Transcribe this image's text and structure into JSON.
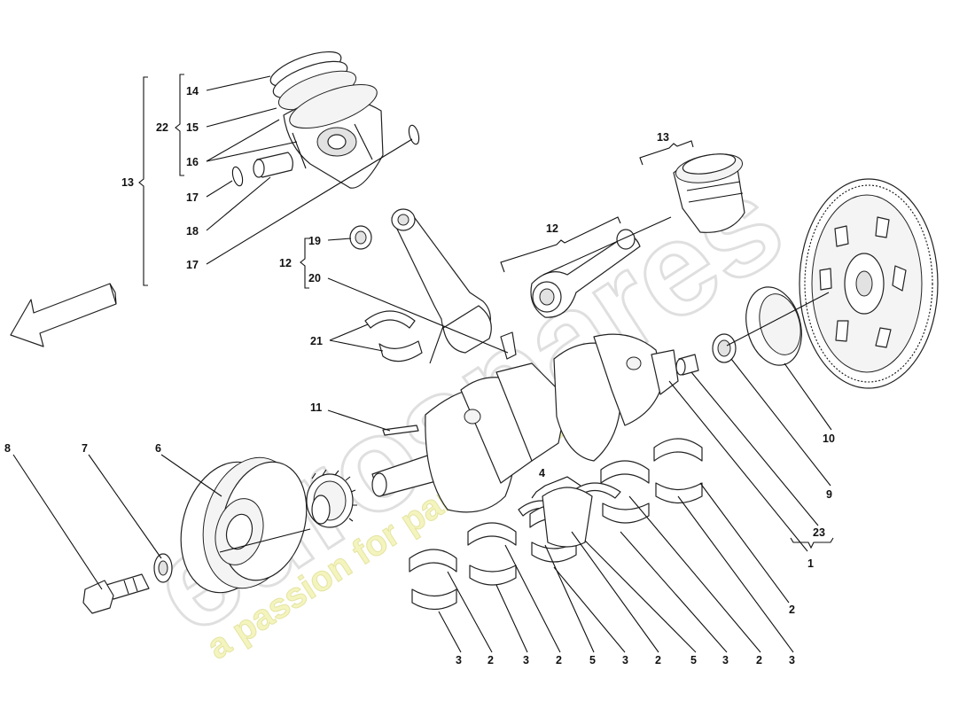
{
  "watermark": {
    "brand": "eurospares",
    "tagline": "a passion for parts since 1985"
  },
  "callouts": [
    {
      "id": "c14",
      "text": "14"
    },
    {
      "id": "c22",
      "text": "22"
    },
    {
      "id": "c15",
      "text": "15"
    },
    {
      "id": "c16",
      "text": "16"
    },
    {
      "id": "c13a",
      "text": "13"
    },
    {
      "id": "c17a",
      "text": "17"
    },
    {
      "id": "c18",
      "text": "18"
    },
    {
      "id": "c17b",
      "text": "17"
    },
    {
      "id": "c19",
      "text": "19"
    },
    {
      "id": "c12a",
      "text": "12"
    },
    {
      "id": "c20",
      "text": "20"
    },
    {
      "id": "c21",
      "text": "21"
    },
    {
      "id": "c12b",
      "text": "12"
    },
    {
      "id": "c13b",
      "text": "13"
    },
    {
      "id": "c11",
      "text": "11"
    },
    {
      "id": "c8",
      "text": "8"
    },
    {
      "id": "c7",
      "text": "7"
    },
    {
      "id": "c6",
      "text": "6"
    },
    {
      "id": "c4",
      "text": "4"
    },
    {
      "id": "c10",
      "text": "10"
    },
    {
      "id": "c9",
      "text": "9"
    },
    {
      "id": "c23",
      "text": "23"
    },
    {
      "id": "c1",
      "text": "1"
    },
    {
      "id": "c2r",
      "text": "2"
    },
    {
      "id": "b1",
      "text": "3"
    },
    {
      "id": "b2",
      "text": "2"
    },
    {
      "id": "b3",
      "text": "3"
    },
    {
      "id": "b4",
      "text": "2"
    },
    {
      "id": "b5",
      "text": "5"
    },
    {
      "id": "b6",
      "text": "3"
    },
    {
      "id": "b7",
      "text": "2"
    },
    {
      "id": "b8",
      "text": "5"
    },
    {
      "id": "b9",
      "text": "3"
    },
    {
      "id": "b10",
      "text": "2"
    },
    {
      "id": "b11",
      "text": "3"
    }
  ],
  "icons": {
    "direction_arrow": "front-direction-arrow-icon"
  }
}
